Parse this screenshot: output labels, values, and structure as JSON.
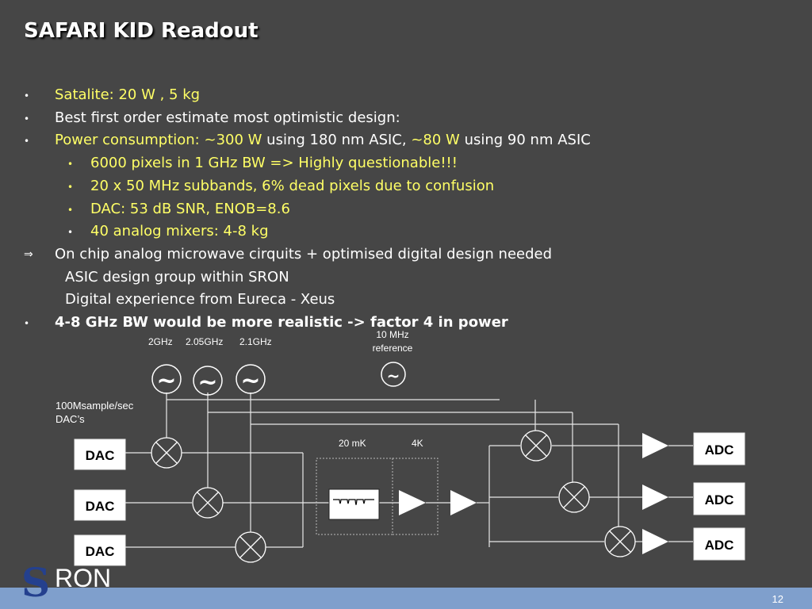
{
  "title": "SAFARI KID Readout",
  "bullets": {
    "b1": "Satalite: 20 W , 5 kg",
    "b2": "Best first order estimate most optimistic design:",
    "b3": {
      "p1": "Power consumption: ~",
      "p2": "300 W",
      "p3": " using 180 nm ASIC, ",
      "p4": "~80 W",
      "p5": " using 90 nm ASIC"
    },
    "s1": "6000 pixels in 1 GHz BW => Highly questionable!!!",
    "s2": "20 x 50 MHz subbands, 6% dead pixels due to confusion",
    "s3": "DAC: 53 dB SNR, ENOB=8.6",
    "s4": {
      "p1": "40 analog mixers: ",
      "p2": "4-8 kg"
    },
    "arrow_symbol": "⇒",
    "a1": "On chip analog microwave cirquits + optimised digital design needed",
    "a2": "ASIC design group within SRON",
    "a3": "Digital experience from Eureca - Xeus",
    "b4": "4-8 GHz BW would be more realistic -> factor 4 in power",
    "bullet_symbol": "•"
  },
  "diagram": {
    "freq_labels": [
      "2GHz",
      "2.05GHz",
      "2.1GHz"
    ],
    "ref_label": [
      "10 MHz",
      "reference"
    ],
    "dac_note": [
      "100Msample/sec",
      "DAC’s"
    ],
    "dac_label": "DAC",
    "adc_label": "ADC",
    "temp_labels": [
      "20 mK",
      "4K"
    ],
    "osc_symbol": "~"
  },
  "logo_text": "SRON",
  "page_number": "12",
  "colors": {
    "background": "#464646",
    "highlight": "#ffff66",
    "footer": "#7f9fcc"
  }
}
